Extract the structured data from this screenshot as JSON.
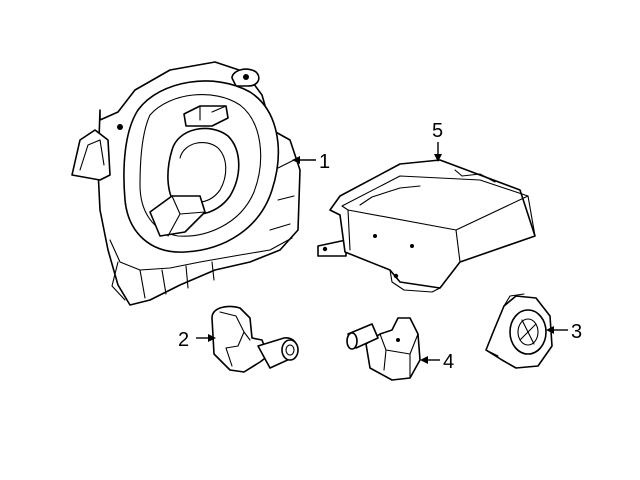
{
  "callouts": [
    {
      "id": "1",
      "label": "1",
      "part": "clockspring"
    },
    {
      "id": "2",
      "label": "2",
      "part": "impact-sensor-left"
    },
    {
      "id": "3",
      "label": "3",
      "part": "occupant-sensor"
    },
    {
      "id": "4",
      "label": "4",
      "part": "impact-sensor-right"
    },
    {
      "id": "5",
      "label": "5",
      "part": "control-module"
    }
  ],
  "colors": {
    "line": "#000000",
    "background": "#ffffff"
  }
}
